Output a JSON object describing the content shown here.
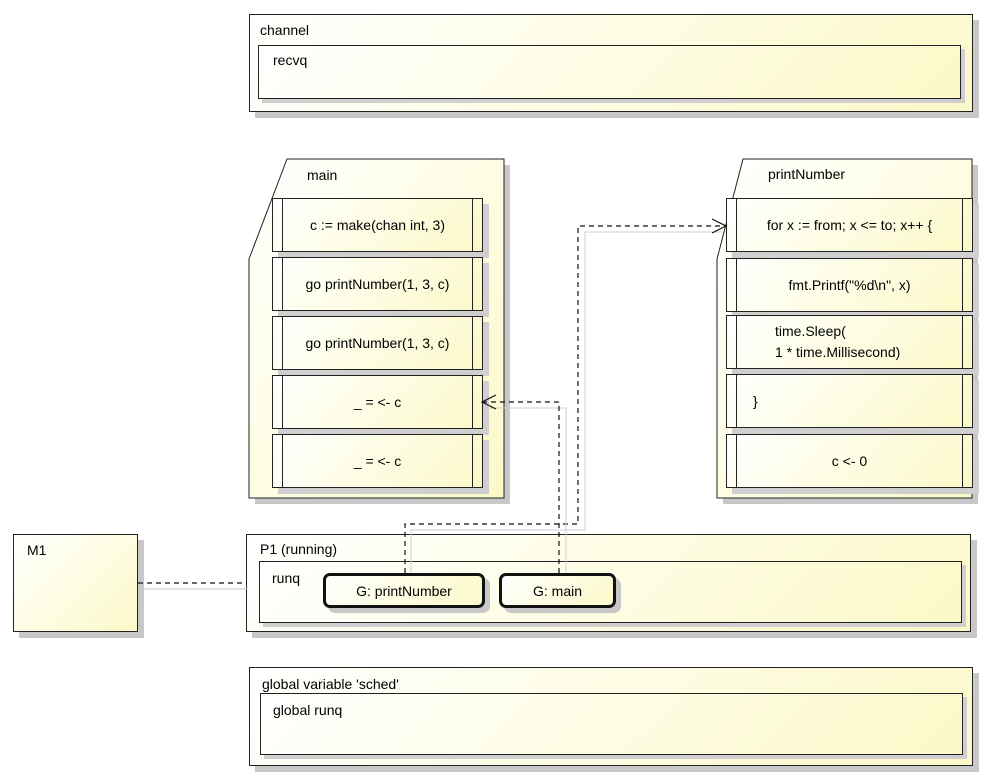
{
  "channel": {
    "title": "channel",
    "recvq_label": "recvq"
  },
  "main_func": {
    "title": "main",
    "statements": [
      "c := make(chan int, 3)",
      "go printNumber(1, 3, c)",
      "go printNumber(1, 3, c)",
      "_ = <- c",
      "_ = <- c"
    ]
  },
  "print_func": {
    "title": "printNumber",
    "statements": [
      {
        "lines": [
          "for x := from; x <= to; x++ {"
        ]
      },
      {
        "lines": [
          "fmt.Printf(\"%d\\n\", x)"
        ]
      },
      {
        "lines": [
          "time.Sleep(",
          "1 * time.Millisecond)"
        ]
      },
      {
        "lines": [
          "}"
        ]
      },
      {
        "lines": [
          "c <- 0"
        ]
      }
    ]
  },
  "machine": {
    "label": "M1"
  },
  "processor": {
    "title": "P1 (running)",
    "runq_label": "runq",
    "goroutines": [
      "G: printNumber",
      "G: main"
    ]
  },
  "sched": {
    "title": "global variable 'sched'",
    "runq_label": "global runq"
  }
}
